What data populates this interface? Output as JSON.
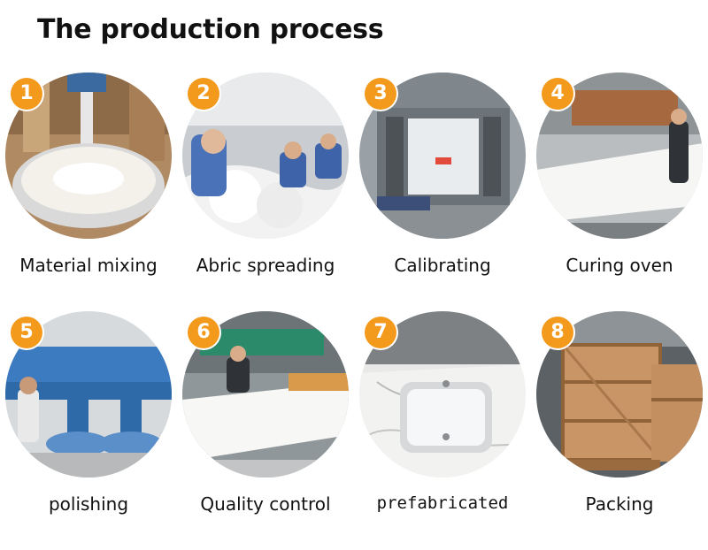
{
  "page": {
    "title": "The production process"
  },
  "steps": [
    {
      "number": "1",
      "label": "Material mixing",
      "icon": "mixing-photo"
    },
    {
      "number": "2",
      "label": "Abric spreading",
      "icon": "spreading-photo"
    },
    {
      "number": "3",
      "label": "Calibrating",
      "icon": "calibrating-photo"
    },
    {
      "number": "4",
      "label": "Curing oven",
      "icon": "curing-photo"
    },
    {
      "number": "5",
      "label": "polishing",
      "icon": "polishing-photo"
    },
    {
      "number": "6",
      "label": "Quality control",
      "icon": "quality-photo"
    },
    {
      "number": "7",
      "label": "prefabricated",
      "icon": "prefabricated-photo"
    },
    {
      "number": "8",
      "label": "Packing",
      "icon": "packing-photo"
    }
  ],
  "colors": {
    "badge": "#f39a1d",
    "title": "#111111",
    "background": "#ffffff"
  }
}
